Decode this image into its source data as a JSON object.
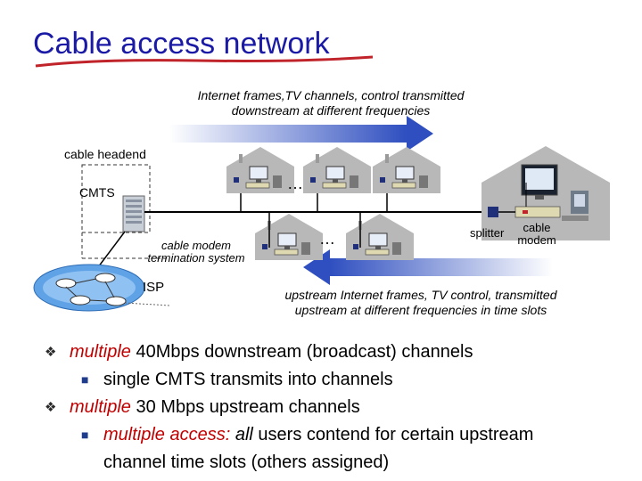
{
  "title": "Cable access network",
  "downstream_caption": {
    "line1": "Internet frames,TV channels, control  transmitted",
    "line2": "downstream at different frequencies"
  },
  "upstream_caption": {
    "line1": "upstream Internet frames, TV control,  transmitted",
    "line2": "upstream at different frequencies in time slots"
  },
  "labels": {
    "headend": "cable headend",
    "cmts": "CMTS",
    "cmts_name_line1": "cable modem",
    "cmts_name_line2": "termination system",
    "isp": "ISP",
    "splitter": "splitter",
    "cable_modem_line1": "cable",
    "cable_modem_line2": "modem",
    "ellipsis": "…"
  },
  "bullets": [
    {
      "lead": "multiple",
      "rest": " 40Mbps downstream (broadcast) channels",
      "sub": "single CMTS transmits into channels"
    },
    {
      "lead": "multiple",
      "rest": " 30 Mbps upstream channels",
      "sub_lead": "multiple access:",
      "sub_mid1": " ",
      "sub_all": "all",
      "sub_rest": " users contend for certain upstream",
      "sub_line2": "channel time slots (others assigned)"
    }
  ],
  "colors": {
    "title": "#1a1aa6",
    "underline": "#c0242a",
    "arrow": "#2f4fc0",
    "house": "#b8b8b8",
    "red_text": "#c00000"
  }
}
